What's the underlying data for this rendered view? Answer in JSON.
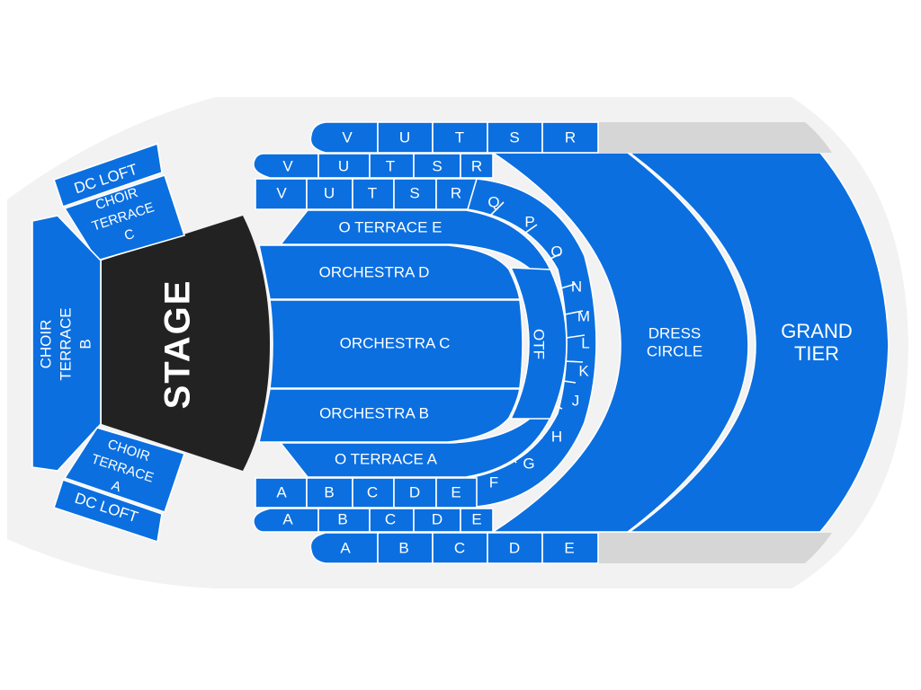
{
  "colors": {
    "section": "#0b6fe0",
    "stage": "#222222",
    "venue_bg": "#f2f2f2",
    "unavailable": "#d6d6d6"
  },
  "stage": {
    "label": "STAGE"
  },
  "left": {
    "dc_loft_top": "DC LOFT",
    "choir_terrace_c": [
      "CHOIR",
      "TERRACE",
      "C"
    ],
    "choir_terrace_b": [
      "CHOIR",
      "TERRACE",
      "B"
    ],
    "choir_terrace_a": [
      "CHOIR",
      "TERRACE",
      "A"
    ],
    "dc_loft_bottom": "DC LOFT"
  },
  "orchestra": {
    "terrace_e": "O TERRACE E",
    "d": "ORCHESTRA D",
    "c": "ORCHESTRA C",
    "b": "ORCHESTRA B",
    "terrace_a": "O TERRACE A",
    "otf": "OTF"
  },
  "rows": {
    "top_upper": [
      "V",
      "U",
      "T",
      "S",
      "R"
    ],
    "top_middle": [
      "V",
      "U",
      "T",
      "S",
      "R"
    ],
    "top_lower": [
      "V",
      "U",
      "T",
      "S",
      "R"
    ],
    "bottom_upper": [
      "A",
      "B",
      "C",
      "D",
      "E"
    ],
    "bottom_middle": [
      "A",
      "B",
      "C",
      "D",
      "E"
    ],
    "bottom_lower": [
      "A",
      "B",
      "C",
      "D",
      "E"
    ],
    "ring": [
      "Q",
      "P",
      "O",
      "N",
      "M",
      "L",
      "K",
      "J",
      "H",
      "G",
      "F"
    ]
  },
  "dress_circle": [
    "DRESS",
    "CIRCLE"
  ],
  "grand_tier": [
    "GRAND",
    "TIER"
  ]
}
